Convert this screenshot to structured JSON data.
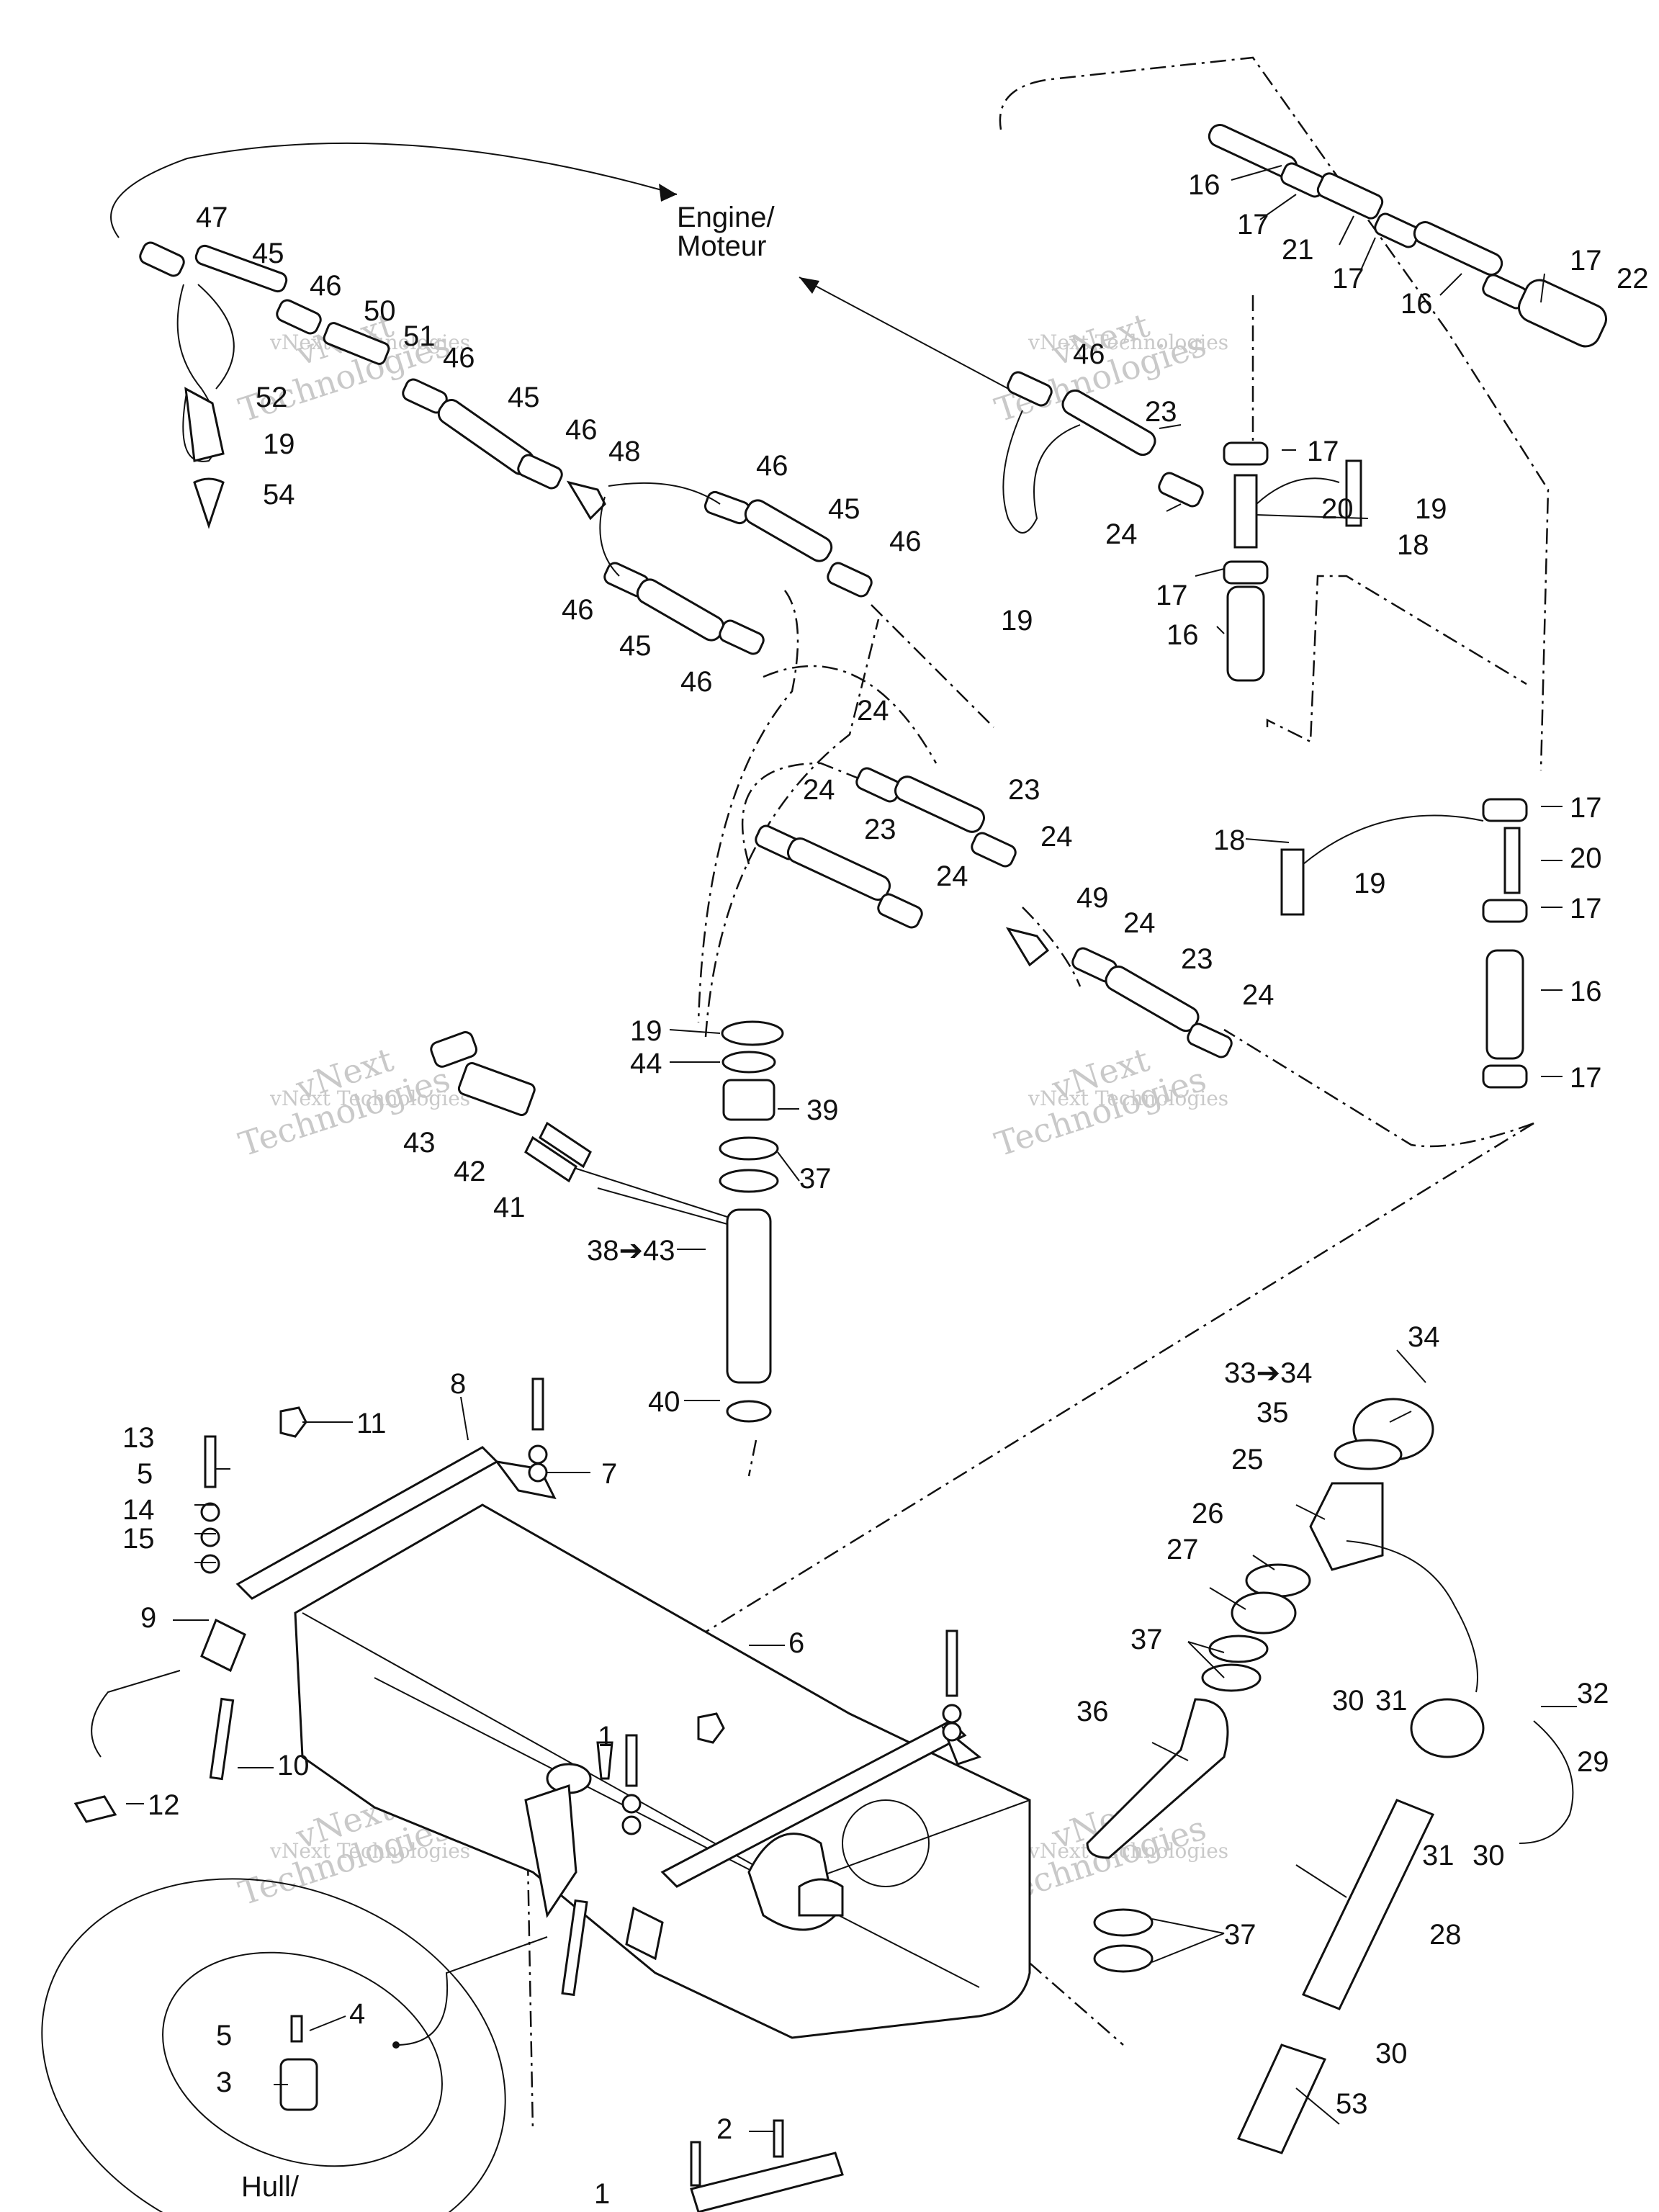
{
  "labels": {
    "engine": [
      "Engine/",
      "Moteur"
    ],
    "hull": [
      "Hull/"
    ]
  },
  "watermark": [
    "vNext",
    "Technologies",
    "vNext Technologies"
  ],
  "callouts": {
    "c47": "47",
    "c45a": "45",
    "c46a": "46",
    "c50": "50",
    "c51": "51",
    "c46b": "46",
    "c52": "52",
    "c19a": "19",
    "c54": "54",
    "c45b": "45",
    "c46c": "46",
    "c48": "48",
    "c46d": "46",
    "c45c": "45",
    "c46e": "46",
    "c46f": "46",
    "c45d": "45",
    "c46g": "46",
    "c16a": "16",
    "c17a": "17",
    "c21": "21",
    "c17b": "17",
    "c17c": "17",
    "c16b": "16",
    "c22": "22",
    "c46h": "46",
    "c23a": "23",
    "c17d": "17",
    "c19b": "19",
    "c18a": "18",
    "c20a": "20",
    "c24a": "24",
    "c17e": "17",
    "c16c": "16",
    "c19c": "19",
    "c24b": "24",
    "c23b": "23",
    "c24c": "24",
    "c23c": "23",
    "c24d": "24",
    "c24e": "24",
    "c49": "49",
    "c24f": "24",
    "c23d": "23",
    "c24g": "24",
    "c17f": "17",
    "c18b": "18",
    "c20b": "20",
    "c19d": "19",
    "c17g": "17",
    "c16d": "16",
    "c17h": "17",
    "c19e": "19",
    "c44": "44",
    "c39": "39",
    "c43": "43",
    "c37a": "37",
    "c42": "42",
    "c41": "41",
    "c3843": "38➔43",
    "c40": "40",
    "c34": "34",
    "c3334": "33➔34",
    "c35": "35",
    "c25": "25",
    "c26": "26",
    "c27": "27",
    "c37b": "37",
    "c36": "36",
    "c30a": "30",
    "c31a": "31",
    "c32": "32",
    "c29": "29",
    "c31b": "31",
    "c30b": "30",
    "c28": "28",
    "c37c": "37",
    "c30c": "30",
    "c53": "53",
    "c8": "8",
    "c11": "11",
    "c7": "7",
    "c13": "13",
    "c5a": "5",
    "c14": "14",
    "c15": "15",
    "c9": "9",
    "c6": "6",
    "c1a": "1",
    "c10": "10",
    "c12": "12",
    "c4": "4",
    "c5b": "5",
    "c3": "3",
    "c2": "2",
    "c1b": "1"
  }
}
